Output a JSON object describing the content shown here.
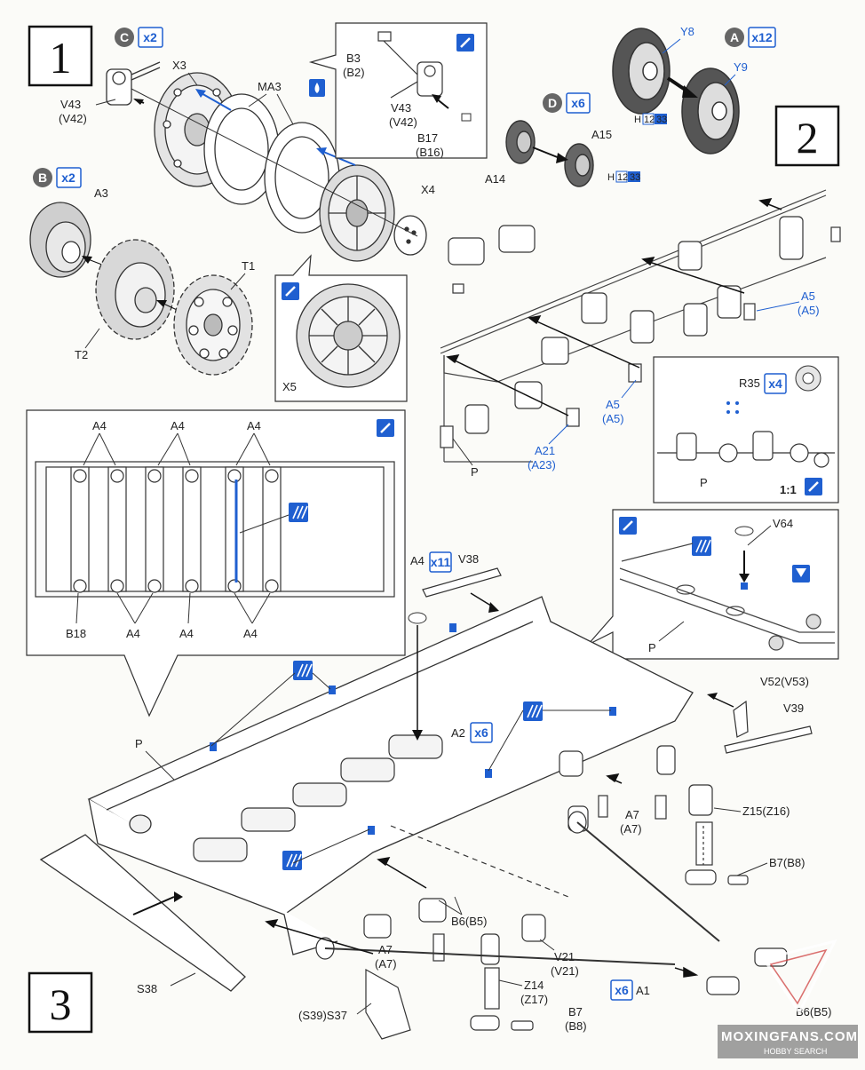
{
  "steps": {
    "s1": "1",
    "s2": "2",
    "s3": "3"
  },
  "sprues": {
    "C": {
      "letter": "C",
      "mult": "x2"
    },
    "B": {
      "letter": "B",
      "mult": "x2"
    },
    "A": {
      "letter": "A",
      "mult": "x12"
    },
    "D": {
      "letter": "D",
      "mult": "x6"
    }
  },
  "paint_codes": {
    "h": "H",
    "c12": "12",
    "c33": "33"
  },
  "multipliers": {
    "r35": "x4",
    "a4": "x11",
    "a2": "x6",
    "a1": "x6"
  },
  "labels": {
    "x3": "X3",
    "ma3": "MA3",
    "v43": "V43",
    "v42": "(V42)",
    "b3": "B3",
    "b2": "(B2)",
    "v43b": "V43",
    "v42b": "(V42)",
    "b17": "B17",
    "b16": "(B16)",
    "x5": "X5",
    "x4": "X4",
    "a3": "A3",
    "t1": "T1",
    "t2": "T2",
    "x5b": "X5",
    "y8": "Y8",
    "y9": "Y9",
    "a15": "A15",
    "a14": "A14",
    "a5": "A5",
    "a5p": "(A5)",
    "a5b": "A5",
    "a5bp": "(A5)",
    "a21": "A21",
    "a23": "(A23)",
    "p1": "P",
    "r35": "R35",
    "p2": "P",
    "scale": "1:1",
    "a4_1": "A4",
    "a4_2": "A4",
    "a4_3": "A4",
    "b18": "B18",
    "a4_4": "A4",
    "a4_5": "A4",
    "a4_6": "A4",
    "a4x": "A4",
    "v38": "V38",
    "v64": "V64",
    "p3": "P",
    "v52": "V52(V53)",
    "v39": "V39",
    "p4": "P",
    "a2": "A2",
    "a7": "A7",
    "a7p": "(A7)",
    "z15": "Z15(Z16)",
    "b7": "B7(B8)",
    "b6": "B6(B5)",
    "a7b": "A7",
    "a7bp": "(A7)",
    "v21": "V21",
    "v21p": "(V21)",
    "z14": "Z14",
    "z17": "(Z17)",
    "b7b": "B7",
    "b8": "(B8)",
    "a1": "A1",
    "b6b": "B6(B5)",
    "s38": "S38",
    "s39": "(S39)S37"
  },
  "watermark": {
    "main": "MOXINGFANS.COM",
    "sub": "HOBBY SEARCH"
  },
  "colors": {
    "accent": "#1f5fd0",
    "ink": "#222222"
  }
}
